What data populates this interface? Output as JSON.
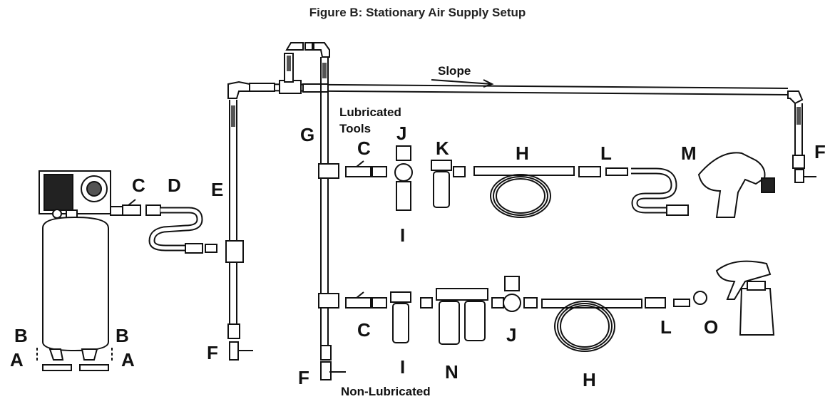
{
  "title": "Figure B:  Stationary Air Supply Setup",
  "slope_label": "Slope",
  "lubricated_label": "Lubricated\nTools",
  "non_lubricated_label": "Non-Lubricated",
  "labels": {
    "A_left": "A",
    "A_right": "A",
    "B_left": "B",
    "B_right": "B",
    "C_top_left": "C",
    "C_upper": "C",
    "C_lower": "C",
    "D": "D",
    "E": "E",
    "F_left": "F",
    "F_bottom": "F",
    "F_right": "F",
    "G": "G",
    "H_upper": "H",
    "H_lower": "H",
    "I_upper": "I",
    "I_lower": "I",
    "J_upper": "J",
    "J_lower": "J",
    "K": "K",
    "L_upper": "L",
    "L_lower": "L",
    "M": "M",
    "N": "N",
    "O": "O"
  },
  "icons": [
    "air-compressor-icon",
    "impact-wrench-icon",
    "spray-gun-icon",
    "coiled-hose-icon",
    "filter-icon",
    "regulator-icon",
    "lubricator-icon",
    "ball-valve-icon",
    "drain-valve-icon"
  ]
}
